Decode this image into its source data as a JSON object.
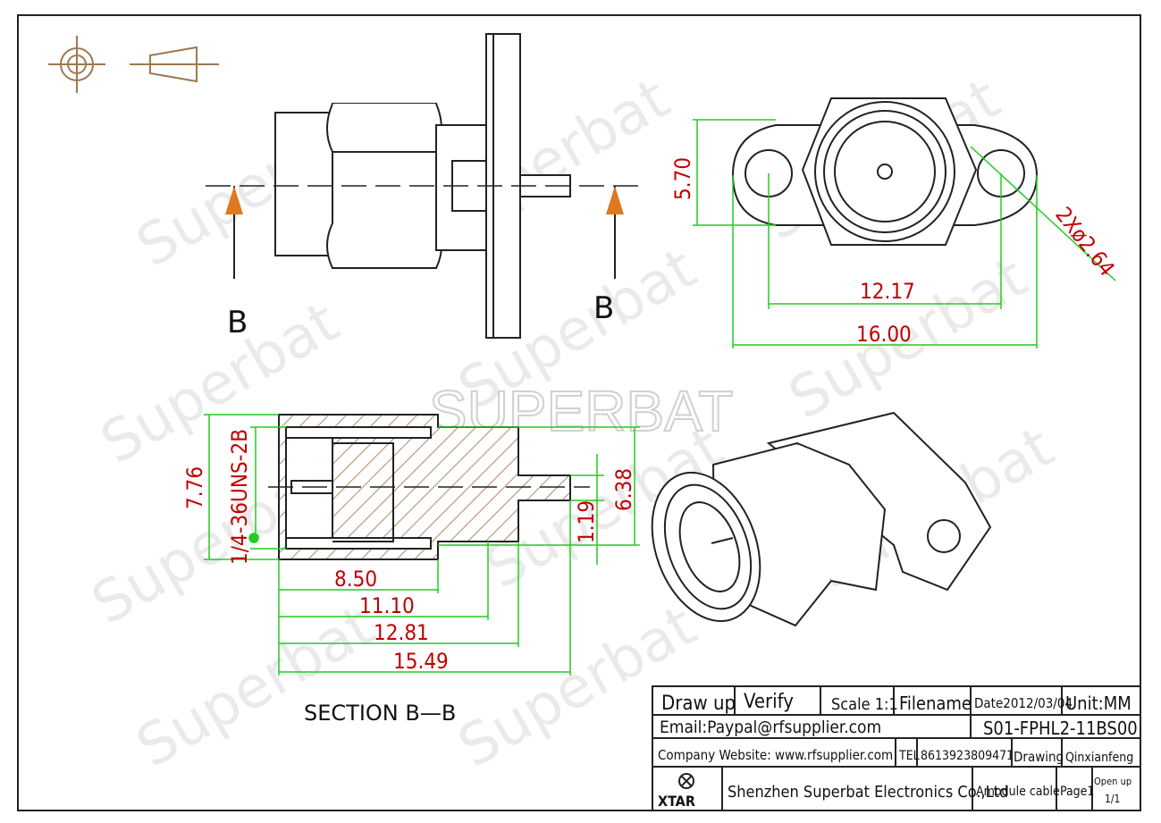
{
  "watermarks": {
    "brand": "SUPERBAT",
    "repeat": "Superbat"
  },
  "section_markers": {
    "left": "B",
    "right": "B"
  },
  "section_label": "SECTION B—B",
  "dimensions": {
    "flange_height": "5.70",
    "hole_pitch": "12.17",
    "flange_width": "16.00",
    "holes": "2Xø2.64",
    "overall_dia": "7.76",
    "thread": "1/4-36UNS-2B",
    "body_dia": "6.38",
    "pin_dia": "1.19",
    "len_1": "8.50",
    "len_2": "11.10",
    "len_3": "12.81",
    "len_4": "15.49"
  },
  "title_block": {
    "draw_up": "Draw up",
    "verify": "Verify",
    "scale": "Scale 1:1",
    "filename": "Filename",
    "date": "Date2012/03/04",
    "unit": "Unit:MM",
    "email": "Email:Paypal@rfsupplier.com",
    "part_no": "S01-FPHL2-11BS00",
    "website": "Company Website:  www.rfsupplier.com",
    "tel_label": "TEL",
    "tel": "8613923809471",
    "drawing_label": "Drawing",
    "drawer": "Qinxianfeng",
    "logo_text": "XTAR",
    "company": "Shenzhen Superbat Electronics Co.,Ltd",
    "product": "Amodule cable",
    "page": "Page1",
    "open_up": "Open up",
    "open_up_val": "1/1"
  }
}
